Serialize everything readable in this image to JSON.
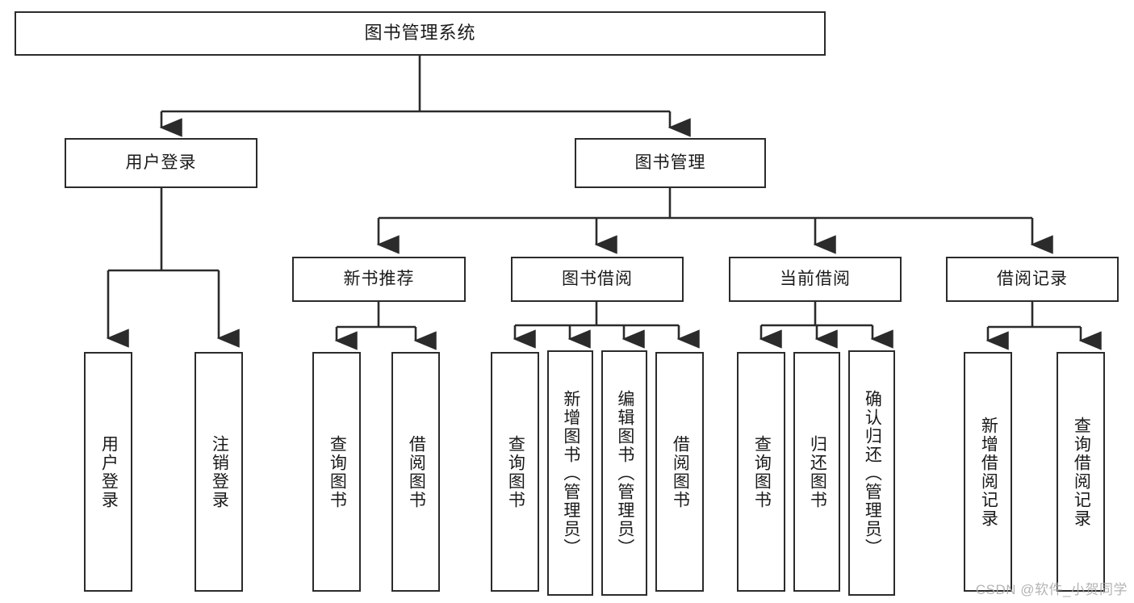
{
  "diagram": {
    "type": "tree",
    "title": "图书管理系统",
    "watermark": "CSDN @软件_小贺同学",
    "colors": {
      "stroke": "#2b2b2b",
      "fill": "#ffffff",
      "text": "#1a1a1a",
      "watermark": "#a8a8a8"
    },
    "root": {
      "label": "图书管理系统"
    },
    "level2": [
      {
        "label": "用户登录"
      },
      {
        "label": "图书管理"
      }
    ],
    "level3": [
      {
        "label": "新书推荐"
      },
      {
        "label": "图书借阅"
      },
      {
        "label": "当前借阅"
      },
      {
        "label": "借阅记录"
      }
    ],
    "leaves_user_login": [
      {
        "label": "用户登录"
      },
      {
        "label": "注销登录"
      }
    ],
    "leaves_new_books": [
      {
        "label": "查询图书"
      },
      {
        "label": "借阅图书"
      }
    ],
    "leaves_borrow": [
      {
        "label": "查询图书"
      },
      {
        "label": "新增图书（管理员）"
      },
      {
        "label": "编辑图书（管理员）"
      },
      {
        "label": "借阅图书"
      }
    ],
    "leaves_current": [
      {
        "label": "查询图书"
      },
      {
        "label": "归还图书"
      },
      {
        "label": "确认归还（管理员）"
      }
    ],
    "leaves_records": [
      {
        "label": "新增借阅记录"
      },
      {
        "label": "查询借阅记录"
      }
    ]
  }
}
